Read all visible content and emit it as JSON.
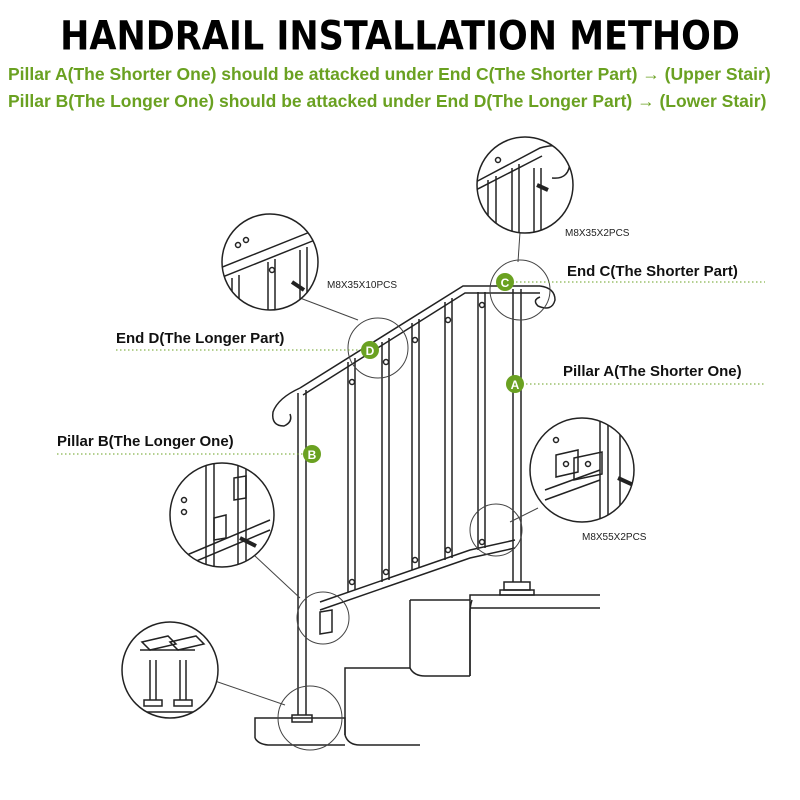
{
  "title": "HANDRAIL INSTALLATION METHOD",
  "instructions": [
    "Pillar A(The Shorter One) should be attacked under End C(The Shorter Part) → (Upper Stair)",
    "Pillar B(The Longer One) should be attacked under End D(The Longer Part) →  (Lower Stair)"
  ],
  "labels": {
    "end_c": "End C(The Shorter Part)",
    "end_d": "End D(The Longer Part)",
    "pillar_a": "Pillar A(The Shorter One)",
    "pillar_b": "Pillar B(The Longer One)"
  },
  "markers": {
    "a": "A",
    "b": "B",
    "c": "C",
    "d": "D"
  },
  "hardware": {
    "top_right": "M8X35X2PCS",
    "top_left": "M8X35X10PCS",
    "mid_right": "M8X55X2PCS"
  },
  "colors": {
    "accent": "#6aa121",
    "line": "#222222"
  }
}
